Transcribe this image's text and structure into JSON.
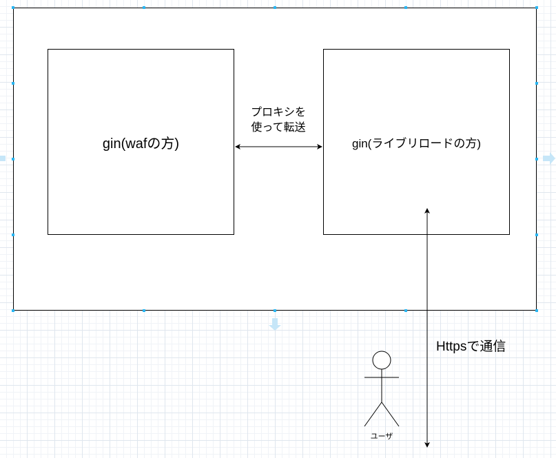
{
  "diagram": {
    "left_box_label": "gin(wafの方)",
    "right_box_label": "gin(ライブリロードの方)",
    "proxy_label_line1": "プロキシを",
    "proxy_label_line2": "使って転送",
    "https_label": "Httpsで通信",
    "user_label": "ユーザ"
  },
  "colors": {
    "handle": "#29b6f2",
    "grid": "#dfe6ee",
    "stroke": "#000000"
  }
}
